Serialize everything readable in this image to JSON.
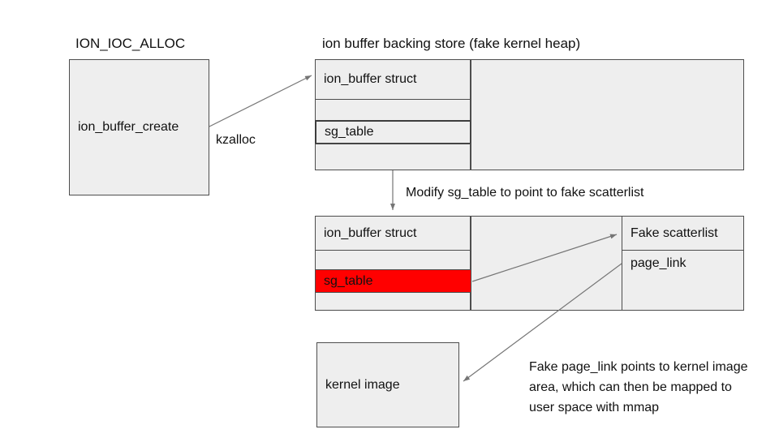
{
  "diagram": {
    "left_panel": {
      "title": "ION_IOC_ALLOC",
      "box_label": "ion_buffer_create"
    },
    "kzalloc_label": "kzalloc",
    "backing_store": {
      "title": "ion buffer backing store (fake kernel heap)",
      "rows": {
        "row1": "ion_buffer struct",
        "row3": "sg_table"
      }
    },
    "modify_label": "Modify sg_table to point to fake scatterlist",
    "modified_struct": {
      "rows": {
        "row1": "ion_buffer struct",
        "row3": "sg_table"
      }
    },
    "fake_scatterlist": {
      "header": "Fake scatterlist",
      "field": "page_link"
    },
    "kernel_image_label": "kernel image",
    "note": "Fake page_link points to kernel image area, which can then be mapped to user space with mmap",
    "colors": {
      "box_fill": "#eeeeee",
      "box_border": "#4d4d4d",
      "highlight_red": "#ff0000",
      "arrow_gray": "#757575"
    }
  }
}
